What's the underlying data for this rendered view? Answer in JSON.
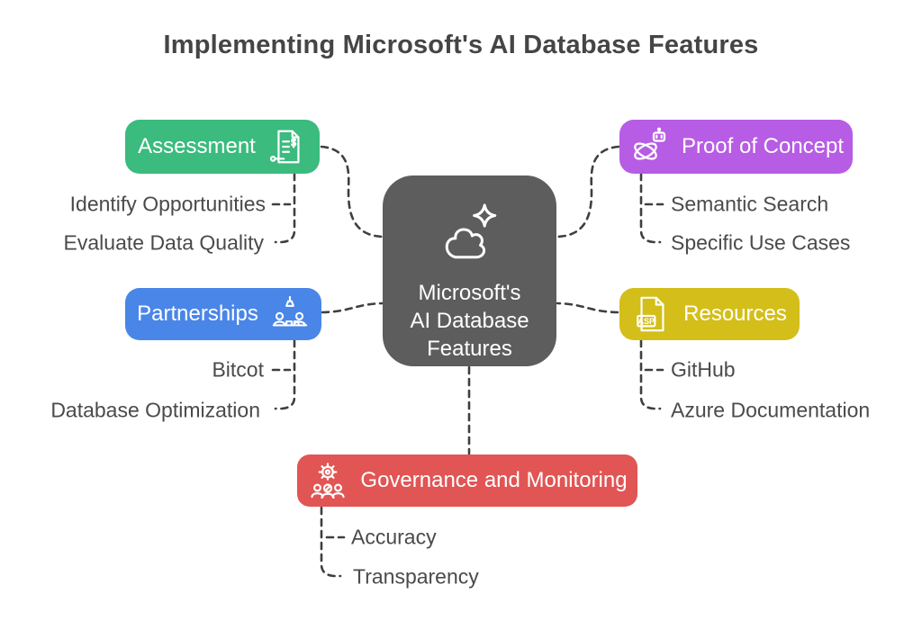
{
  "title": "Implementing Microsoft's AI Database Features",
  "colors": {
    "background": "#ffffff",
    "title_text": "#454545",
    "label_text": "#4a4a4a",
    "connector": "#3f3f3f",
    "node_text": "#ffffff",
    "center_bg": "#5d5d5d",
    "assessment": "#3bbb7e",
    "proof_of_concept": "#b75ce4",
    "partnerships": "#4a86e8",
    "resources": "#d4be19",
    "governance": "#e15554"
  },
  "center": {
    "icon": "cloud-sparkle-icon",
    "lines": [
      "Microsoft's",
      "AI Database",
      "Features"
    ]
  },
  "branches": {
    "assessment": {
      "label": "Assessment",
      "icon": "financial-report-icon",
      "items": [
        "Identify Opportunities",
        "Evaluate Data Quality"
      ]
    },
    "proof_of_concept": {
      "label": "Proof of Concept",
      "icon": "ai-robot-atom-icon",
      "items": [
        "Semantic Search",
        "Specific Use Cases"
      ]
    },
    "partnerships": {
      "label": "Partnerships",
      "icon": "meeting-icon",
      "items": [
        "Bitcot",
        "Database Optimization"
      ]
    },
    "resources": {
      "label": "Resources",
      "icon": "asp-file-icon",
      "file_label": "ASP",
      "items": [
        "GitHub",
        "Azure Documentation"
      ]
    },
    "governance": {
      "label": "Governance and Monitoring",
      "icon": "team-gear-icon",
      "items": [
        "Accuracy",
        "Transparency"
      ]
    }
  }
}
